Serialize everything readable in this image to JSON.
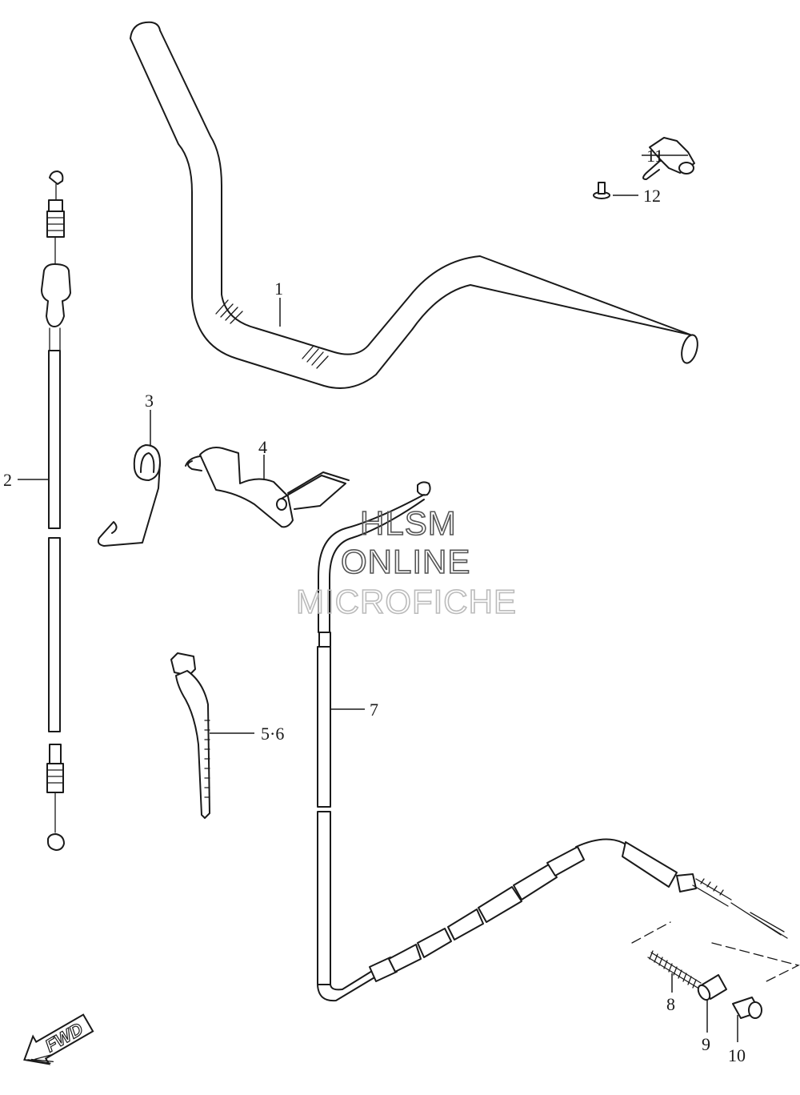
{
  "callouts": {
    "c1": "1",
    "c2": "2",
    "c3": "3",
    "c4": "4",
    "c56": "5·6",
    "c7": "7",
    "c8": "8",
    "c9": "9",
    "c10": "10",
    "c11": "11",
    "c12": "12"
  },
  "watermark": {
    "line1": "HLSM",
    "line2": "ONLINE",
    "line3": "MICROFICHE",
    "color_dark": "#555555",
    "color_light": "#bbbbbb"
  },
  "fwd_label": "FWD"
}
